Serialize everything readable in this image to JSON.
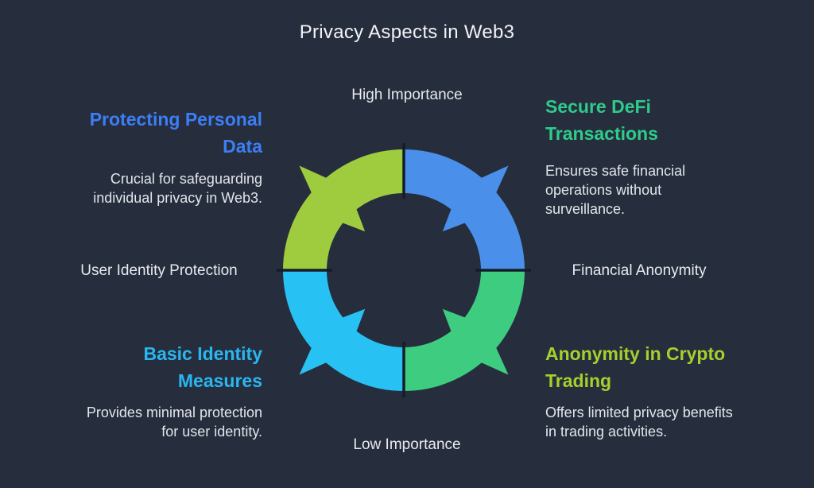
{
  "title": "Privacy Aspects in Web3",
  "axes": {
    "top": "High Importance",
    "bottom": "Low Importance",
    "left": "User Identity Protection",
    "right": "Financial Anonymity"
  },
  "blocks": {
    "top_left": {
      "heading": "Protecting Personal\nData",
      "body": "Crucial for safeguarding\nindividual privacy in Web3.",
      "heading_color": "#3c7ef5"
    },
    "top_right": {
      "heading": "Secure DeFi\nTransactions",
      "body": "Ensures safe financial\noperations without\nsurveillance.",
      "heading_color": "#2ecb8a"
    },
    "bottom_left": {
      "heading": "Basic Identity\nMeasures",
      "body": "Provides minimal protection\nfor user identity.",
      "heading_color": "#29b7f0"
    },
    "bottom_right": {
      "heading": "Anonymity in Crypto\nTrading",
      "body": "Offers limited privacy benefits\nin trading activities.",
      "heading_color": "#a5d02c"
    }
  },
  "diagram": {
    "type": "cycle-quadrant",
    "segments": [
      {
        "position": "top-left",
        "label": "Protecting Personal Data",
        "color": "#9fcc3e"
      },
      {
        "position": "top-right",
        "label": "Secure DeFi Transactions",
        "color": "#4a90ea"
      },
      {
        "position": "bottom-left",
        "label": "Basic Identity Measures",
        "color": "#27c2f3"
      },
      {
        "position": "bottom-right",
        "label": "Anonymity in Crypto Trading",
        "color": "#3ecd80"
      }
    ],
    "divider_color": "#161c27"
  },
  "colors": {
    "background": "#262d3d",
    "title_text": "#f2f3f5",
    "axis_text": "#e7eaee",
    "body_text": "#e2e6eb"
  }
}
